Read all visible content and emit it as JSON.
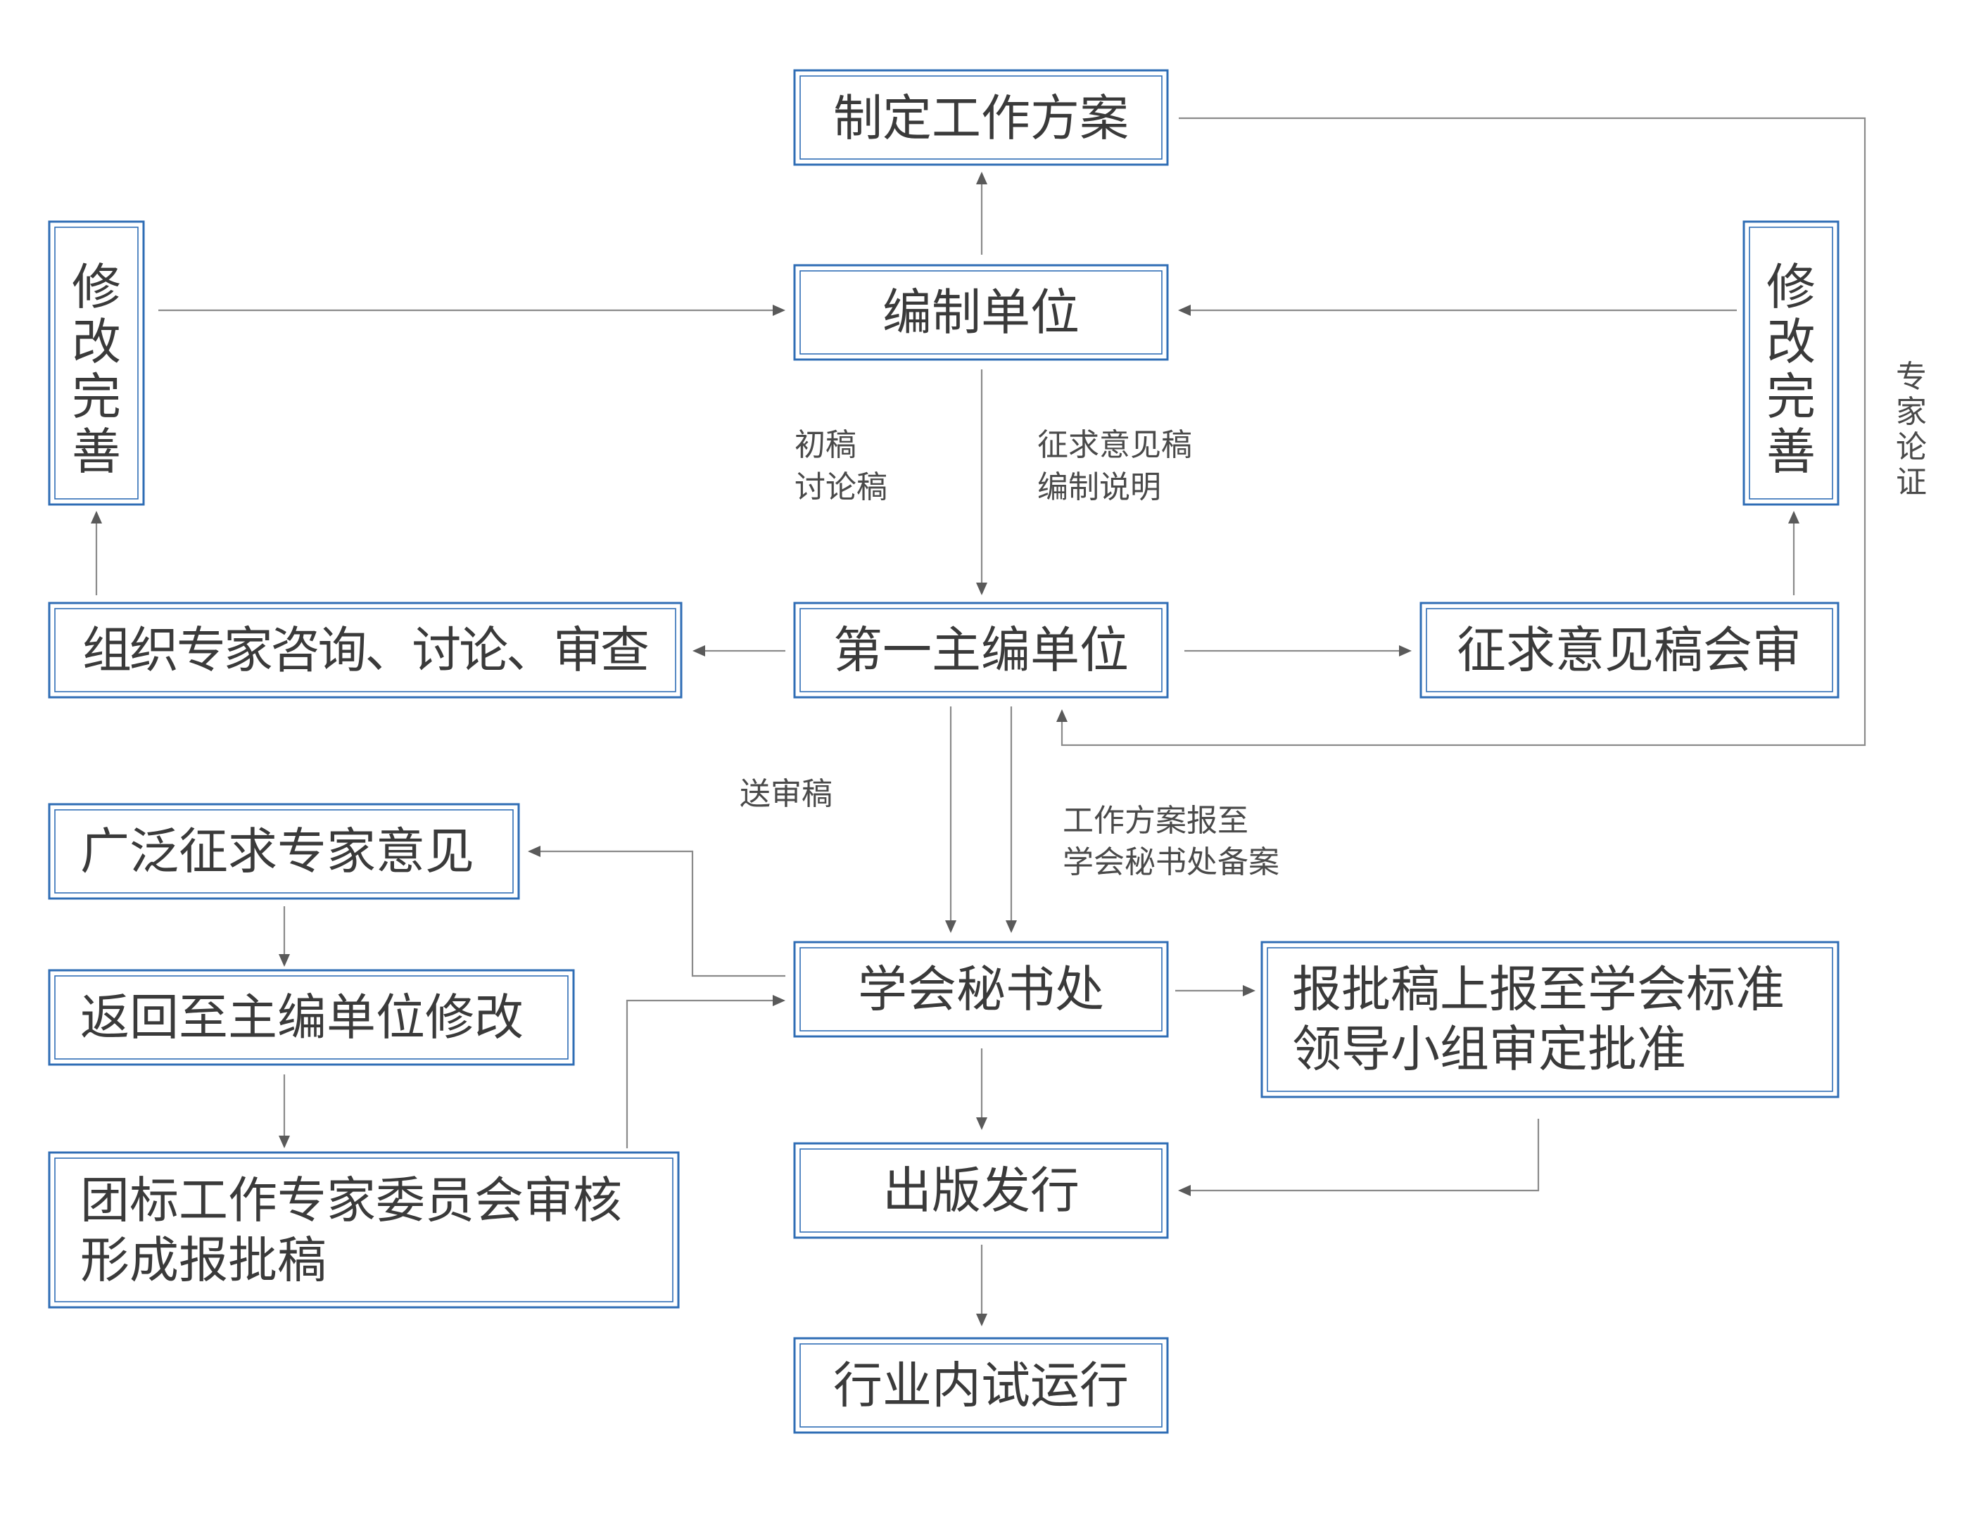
{
  "boxes": {
    "make_plan": "制定工作方案",
    "compile_unit": "编制单位",
    "revise_left": [
      "修",
      "改",
      "完",
      "善"
    ],
    "revise_right": [
      "修",
      "改",
      "完",
      "善"
    ],
    "first_editor": "第一主编单位",
    "expert_consult": "组织专家咨询、讨论、审查",
    "draft_review": "征求意见稿会审",
    "wide_expert": "广泛征求专家意见",
    "return_editor": "返回至主编单位修改",
    "committee_review": [
      "团标工作专家委员会审核",
      "形成报批稿"
    ],
    "secretariat": "学会秘书处",
    "approval_report": [
      "报批稿上报至学会标准",
      "领导小组审定批准"
    ],
    "publish": "出版发行",
    "trial_run": "行业内试运行"
  },
  "labels": {
    "initial_draft": [
      "初稿",
      "讨论稿"
    ],
    "comment_draft": [
      "征求意见稿",
      "编制说明"
    ],
    "submit_draft": "送审稿",
    "plan_filing": [
      "工作方案报至",
      "学会秘书处备案"
    ],
    "expert_demo": [
      "专",
      "家",
      "论",
      "证"
    ]
  }
}
